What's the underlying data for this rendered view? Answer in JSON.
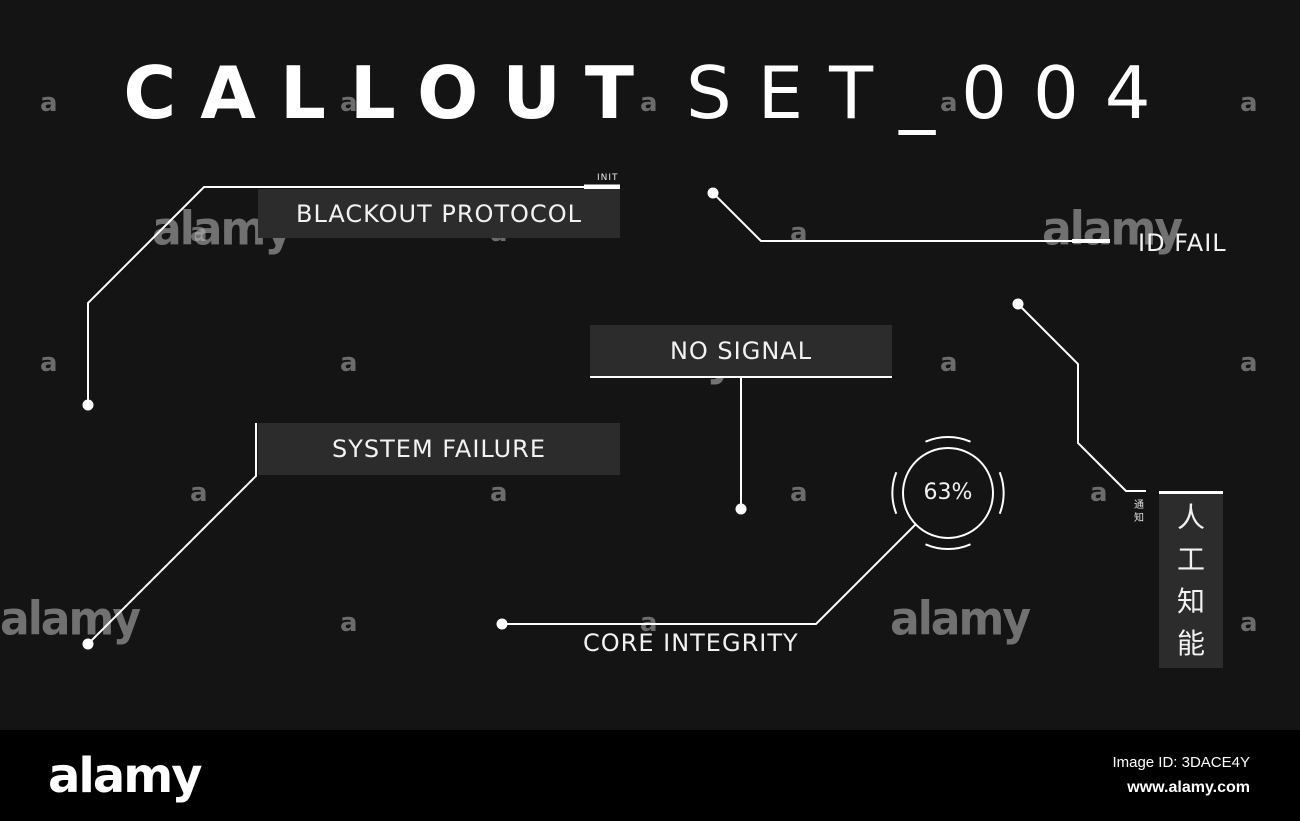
{
  "title": {
    "bold": "CALLOUT",
    "thin": "SET_004"
  },
  "callouts": {
    "blackout": {
      "label": "BLACKOUT PROTOCOL",
      "tag": "INIT"
    },
    "id_fail": {
      "label": "ID FAIL"
    },
    "no_signal": {
      "label": "NO SIGNAL"
    },
    "system_failure": {
      "label": "SYSTEM FAILURE"
    },
    "gauge": {
      "value": "63%",
      "percent": 63
    },
    "core_integrity": {
      "label": "CORE INTEGRITY"
    },
    "vertical": {
      "chars": [
        "人",
        "工",
        "知",
        "能"
      ],
      "side_chars": [
        "通",
        "知"
      ]
    }
  },
  "watermark": {
    "small": "a",
    "big": "alamy"
  },
  "footer": {
    "logo": "alamy",
    "image_id": "Image ID: 3DACE4Y",
    "url": "www.alamy.com"
  },
  "colors": {
    "background": "#141414",
    "box": "#2c2c2c",
    "line": "#ffffff",
    "footer": "#000000"
  }
}
